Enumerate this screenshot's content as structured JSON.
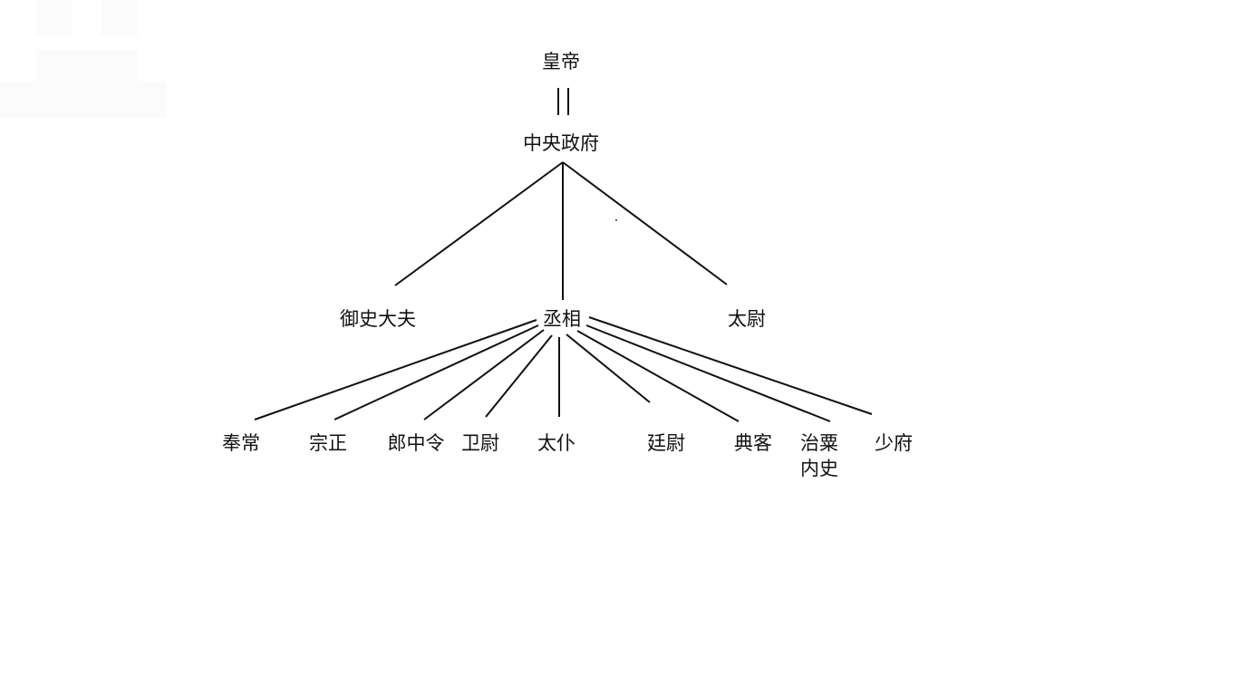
{
  "title": "皇帝",
  "central": "中央政府",
  "ministers": {
    "left": "御史大夫",
    "center": "丞相",
    "right": "太尉"
  },
  "nine_ministers": [
    {
      "label": "奉常"
    },
    {
      "label": "宗正"
    },
    {
      "label": "郎中令"
    },
    {
      "label": "卫尉"
    },
    {
      "label": "太仆"
    },
    {
      "label": "廷尉"
    },
    {
      "label": "典客"
    },
    {
      "label": "治粟",
      "label2": "内史"
    },
    {
      "label": "少府"
    }
  ]
}
